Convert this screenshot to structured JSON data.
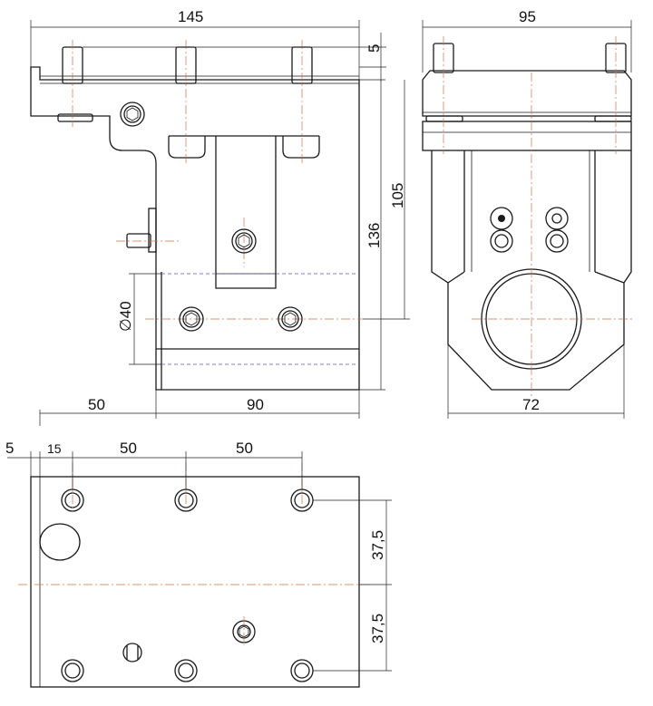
{
  "dimensions": {
    "top_width": "145",
    "top_pin_height": "5",
    "side_width": "95",
    "height_105": "105",
    "height_136": "136",
    "bore_diameter": "40",
    "diameter_symbol": "∅",
    "left_offset": "50",
    "base_width": "90",
    "side_bottom_width": "72",
    "plan_edge": "5",
    "plan_first_hole": "15",
    "plan_spacing_1": "50",
    "plan_spacing_2": "50",
    "plan_half_upper": "37,5",
    "plan_half_lower": "37,5"
  },
  "colors": {
    "line": "#1a1a1a",
    "centerline": "#d0704a",
    "hidden": "#5a5aa8"
  },
  "icons": [
    "socket-screw-icon",
    "dowel-pin-icon",
    "mounting-hole-icon"
  ]
}
